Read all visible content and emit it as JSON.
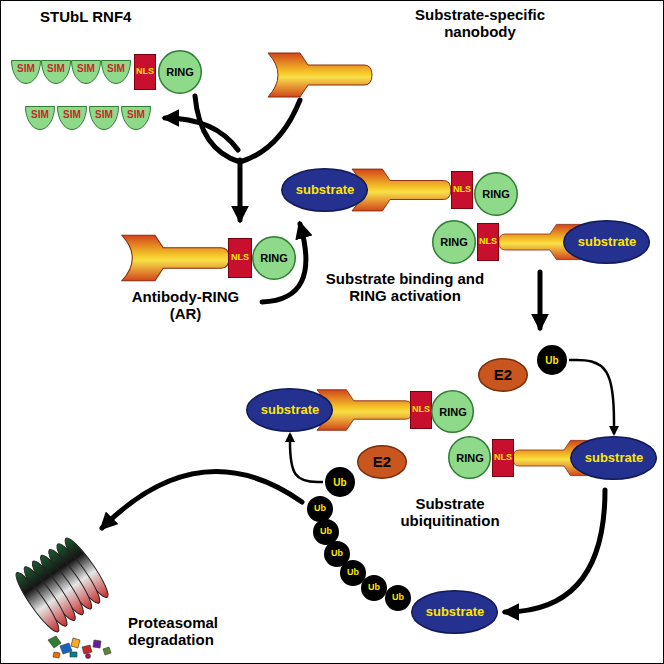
{
  "diagram": {
    "nodes": [
      {
        "text": [
          "SIM"
        ]
      },
      {
        "text": [
          "SIM"
        ]
      },
      {
        "text": [
          "SIM"
        ]
      },
      {
        "text": [
          "SIM"
        ]
      },
      {
        "text": [
          "NLS"
        ]
      },
      {
        "text": [
          "RING"
        ]
      },
      {
        "text": [
          "SIM"
        ]
      },
      {
        "text": [
          "SIM"
        ]
      },
      {
        "text": [
          "SIM"
        ]
      },
      {
        "text": [
          "SIM"
        ]
      },
      {
        "text": [
          "NLS"
        ]
      },
      {
        "text": [
          "RING"
        ]
      },
      {
        "text": [
          "substrate"
        ]
      },
      {
        "text": [
          "NLS"
        ]
      },
      {
        "text": [
          "RING"
        ]
      },
      {
        "text": [
          "RING"
        ]
      },
      {
        "text": [
          "NLS"
        ]
      },
      {
        "text": [
          "substrate"
        ]
      },
      {
        "text": [
          "substrate"
        ]
      },
      {
        "text": [
          "NLS"
        ]
      },
      {
        "text": [
          "RING"
        ]
      },
      {
        "text": [
          "E2"
        ]
      },
      {
        "text": [
          "Ub"
        ]
      },
      {
        "text": [
          "E2"
        ]
      },
      {
        "text": [
          "Ub"
        ]
      },
      {
        "text": [
          "RING"
        ]
      },
      {
        "text": [
          "NLS"
        ]
      },
      {
        "text": [
          "substrate"
        ]
      },
      {
        "text": [
          "Ub"
        ]
      },
      {
        "text": [
          "Ub"
        ]
      },
      {
        "text": [
          "Ub"
        ]
      },
      {
        "text": [
          "Ub"
        ]
      },
      {
        "text": [
          "Ub"
        ]
      },
      {
        "text": [
          "Ub"
        ]
      },
      {
        "text": [
          "substrate"
        ]
      }
    ],
    "edges": [
      {
        "from": 24,
        "to": 18,
        "arrow": "to"
      },
      {
        "from": 22,
        "to": 27,
        "arrow": "to"
      }
    ],
    "labels": [
      "STUbL RNF4",
      "Substrate-specific nanobody",
      "Antibody-RING (AR)",
      "Substrate binding and RING activation",
      "Substrate ubiquitination",
      "Proteasomal degradation"
    ]
  }
}
